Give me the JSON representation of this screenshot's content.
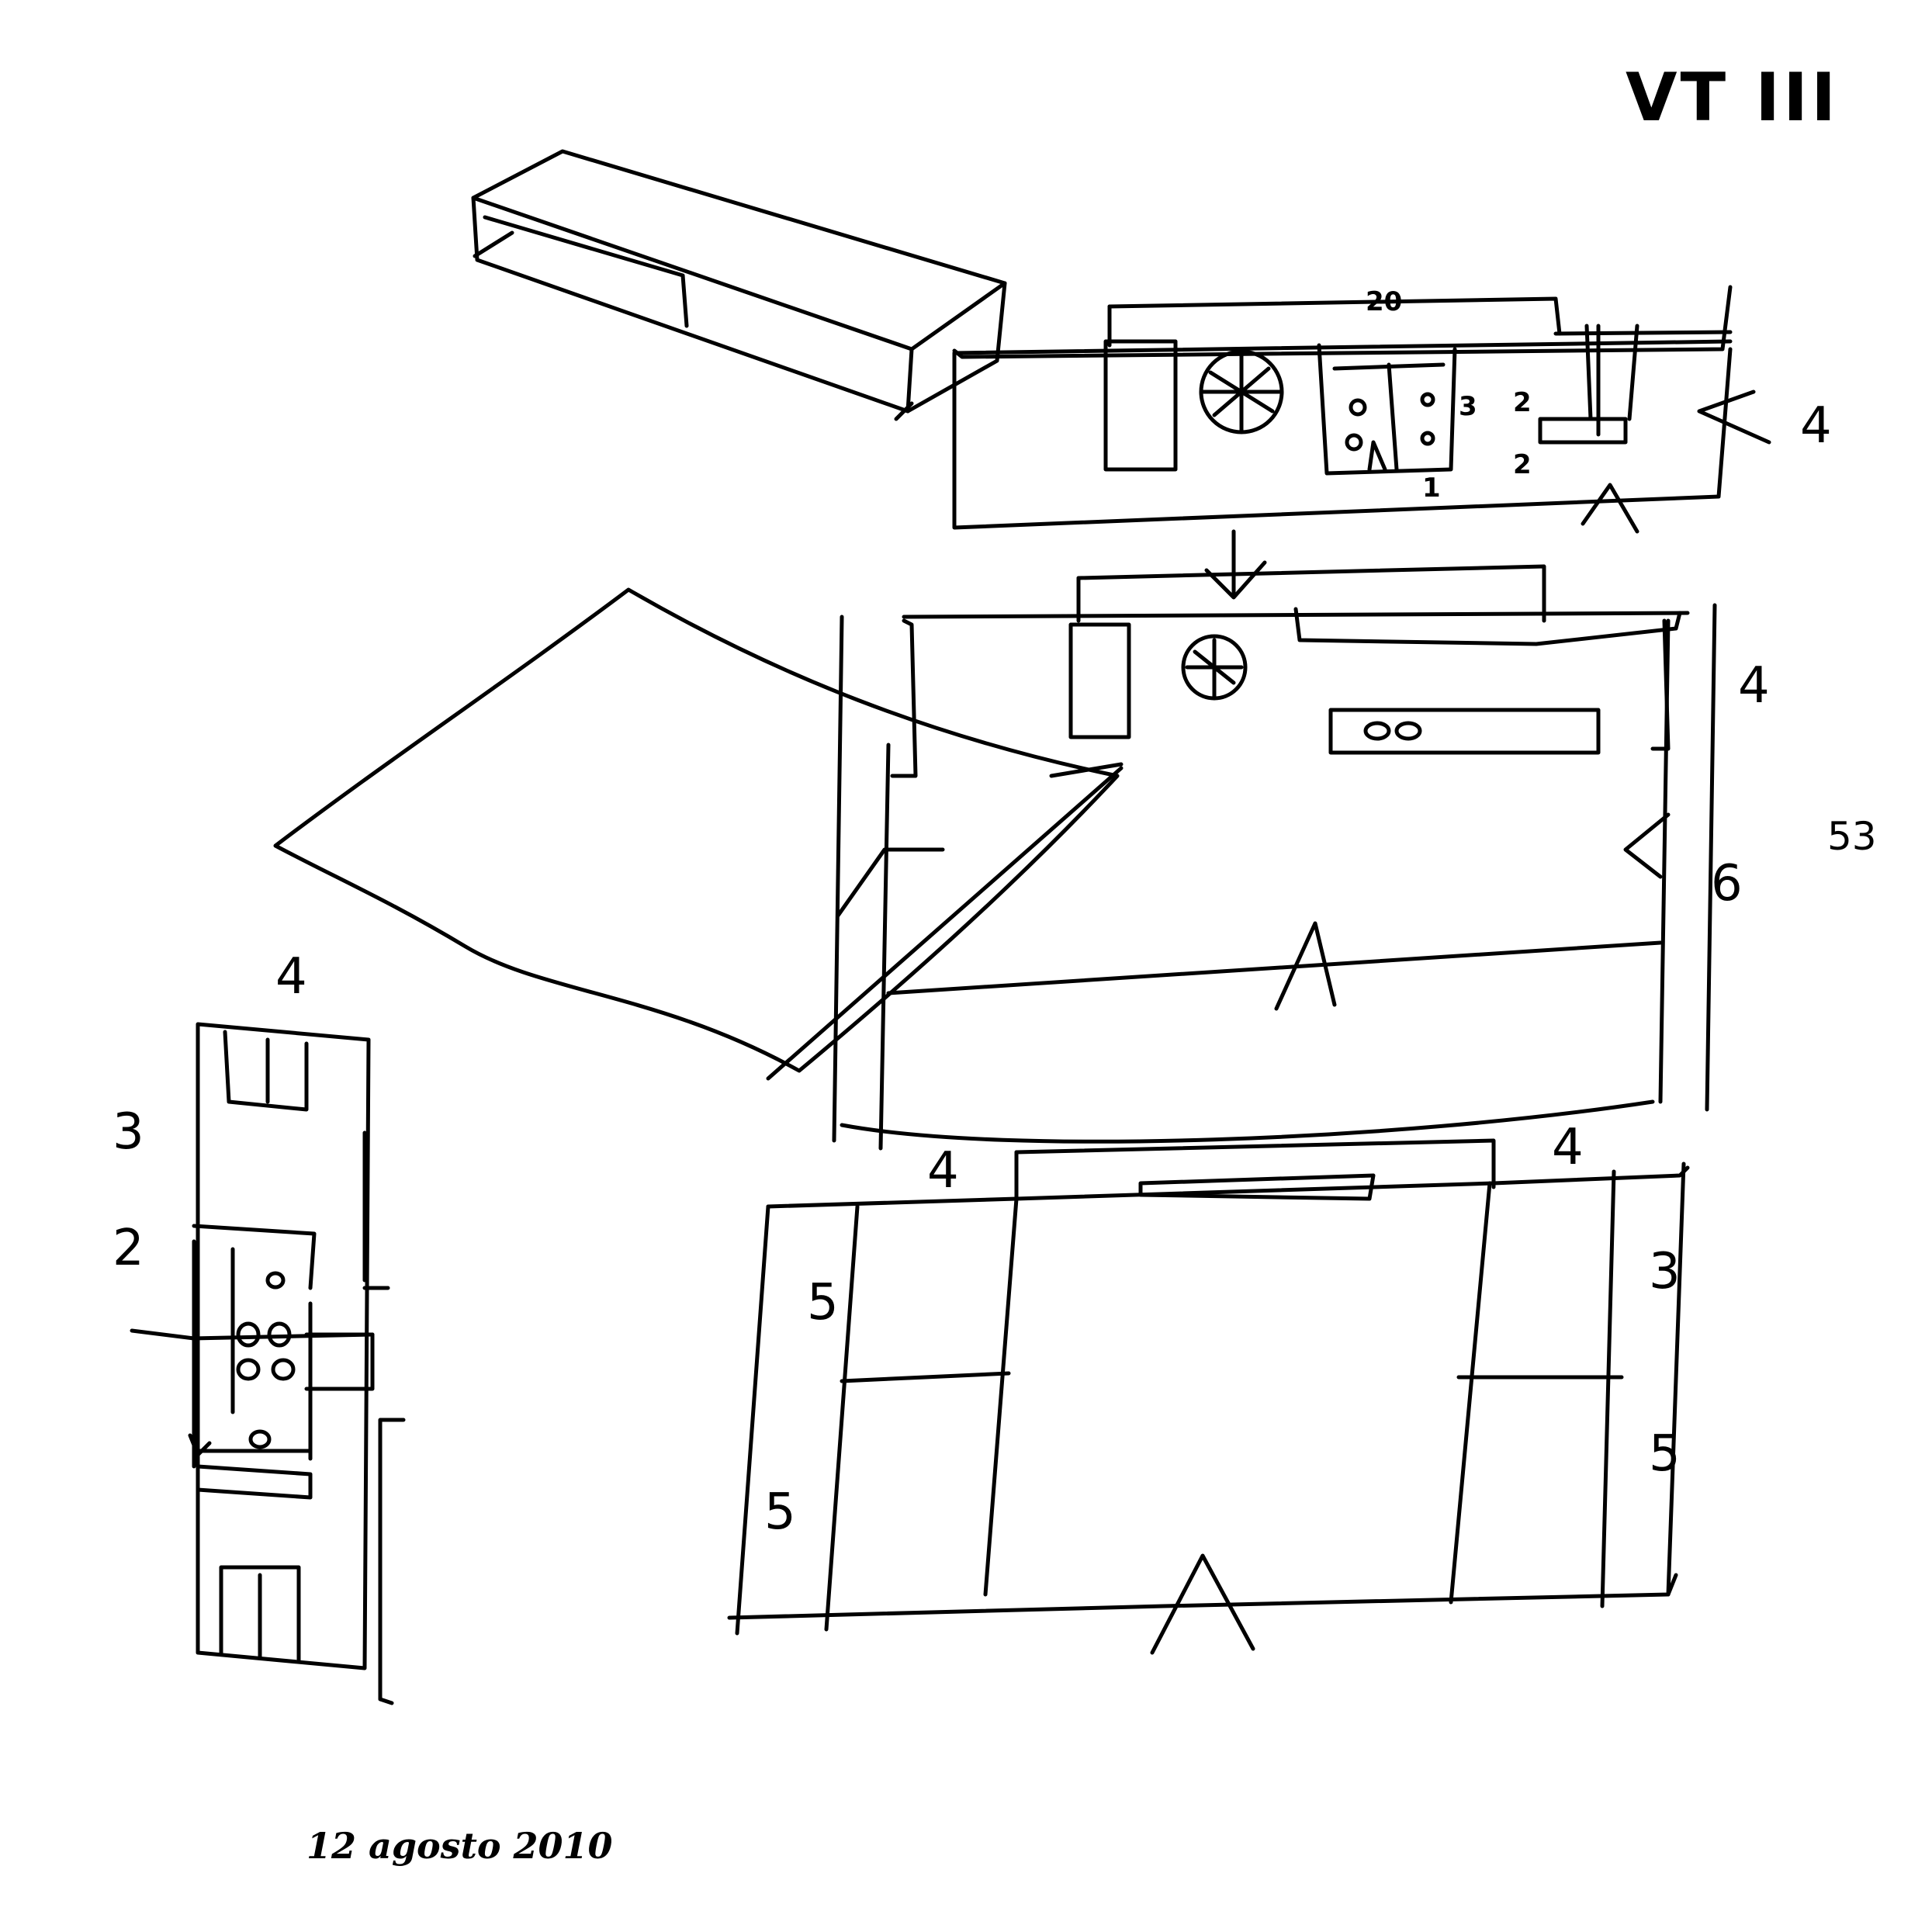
{
  "header": {
    "title": "VT III"
  },
  "page": {
    "number": "53",
    "number_color": "#d9141e"
  },
  "footer": {
    "date": "12 agosto 2010"
  },
  "labels": {
    "top_plan": {
      "width": "20",
      "right": "4",
      "n3": "3",
      "n2a": "2",
      "n2b": "2",
      "n1": "1"
    },
    "middle_plan": {
      "right_top": "4",
      "right": "6"
    },
    "bottom_plan": {
      "top_left": "4",
      "top_right": "4",
      "left_upper": "5",
      "left_lower": "5",
      "right_upper": "3",
      "right_lower": "5"
    },
    "section": {
      "top": "4",
      "n3": "3",
      "n2": "2"
    }
  },
  "colors": {
    "ink": "#000000",
    "paper": "#ffffff"
  }
}
